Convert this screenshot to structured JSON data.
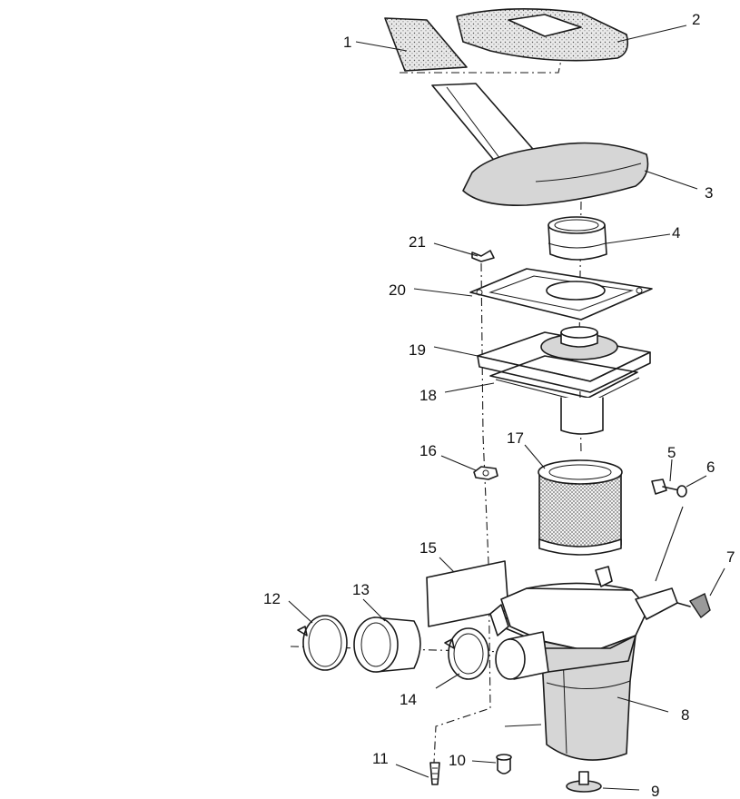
{
  "labels": {
    "p1": "1",
    "p2": "2",
    "p3": "3",
    "p4": "4",
    "p5": "5",
    "p6": "6",
    "p7": "7",
    "p8": "8",
    "p9": "9",
    "p10": "10",
    "p11": "11",
    "p12": "12",
    "p13": "13",
    "p14": "14",
    "p15": "15",
    "p16": "16",
    "p17": "17",
    "p18": "18",
    "p19": "19",
    "p20": "20",
    "p21": "21"
  },
  "colors": {
    "ink": "#1a1a1a",
    "background": "#ffffff",
    "shade": "#d6d6d6"
  }
}
